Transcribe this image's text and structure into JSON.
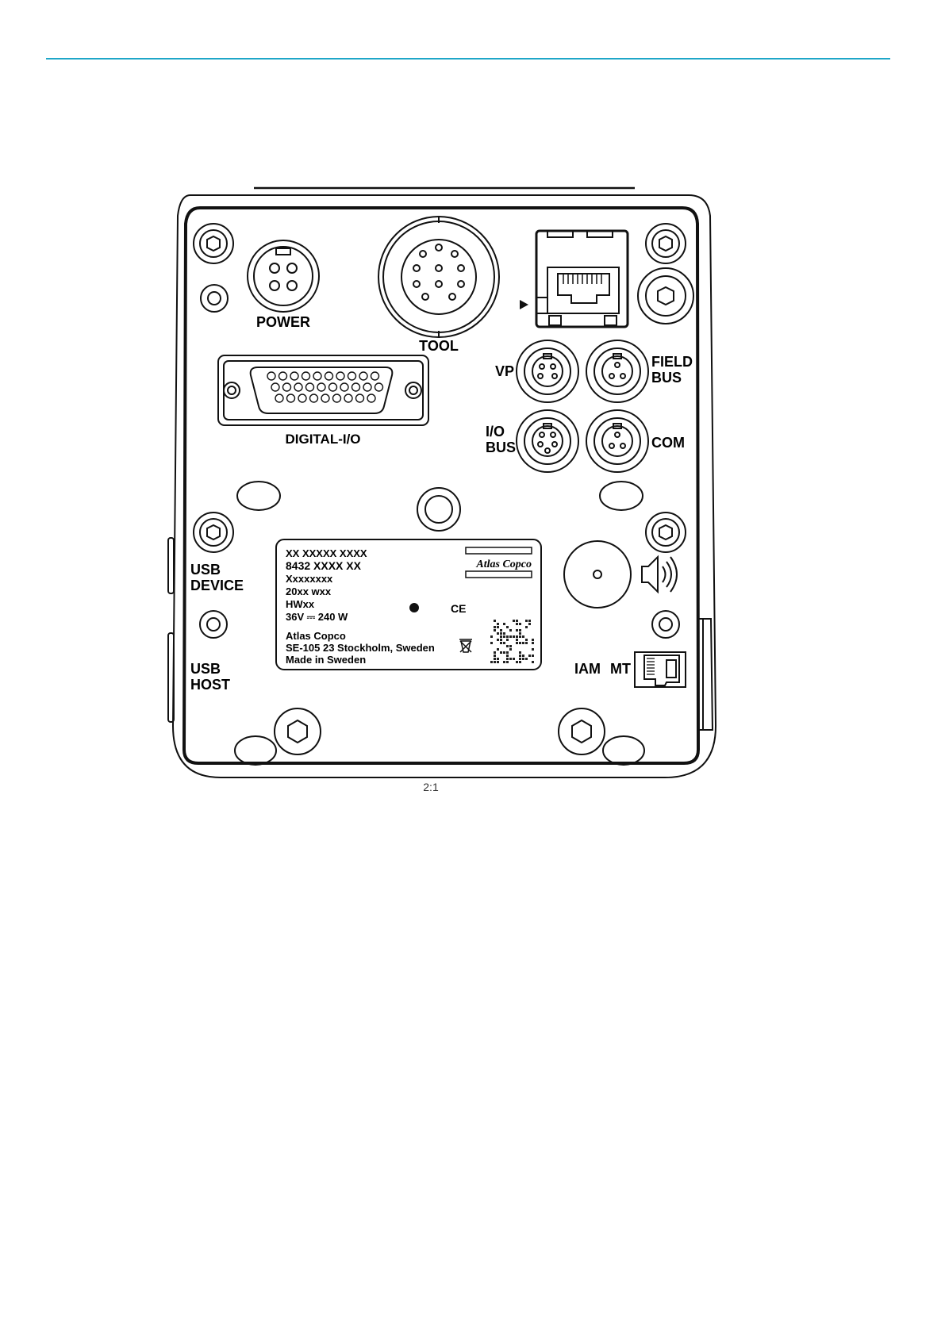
{
  "colors": {
    "header_rule": "#1ea6c8",
    "stroke": "#111111"
  },
  "labels": {
    "power": "POWER",
    "tool": "TOOL",
    "vp": "VP",
    "field_bus_1": "FIELD",
    "field_bus_2": "BUS",
    "digital_io": "DIGITAL-I/O",
    "io_bus_1": "I/O",
    "io_bus_2": "BUS",
    "com": "COM",
    "usb_device_1": "USB",
    "usb_device_2": "DEVICE",
    "usb_host_1": "USB",
    "usb_host_2": "HOST",
    "iam": "IAM",
    "mt": "MT",
    "scale": "2:1"
  },
  "nameplate": {
    "line1": "XX XXXXX XXXX",
    "line2": "8432  XXXX  XX",
    "line3": "Xxxxxxxx",
    "line4": "20xx wxx",
    "line5": "HWxx",
    "line6": "36V ⎓ 240 W",
    "line7": "Atlas Copco",
    "line8": "SE-105 23 Stockholm, Sweden",
    "line9": "Made in Sweden",
    "brand": "Atlas Copco",
    "ce_mark": "CE"
  },
  "icons": [
    "screw-icon",
    "speaker-icon",
    "weee-bin-icon",
    "qr-code-icon",
    "ce-mark-icon",
    "arrow-right-icon"
  ]
}
